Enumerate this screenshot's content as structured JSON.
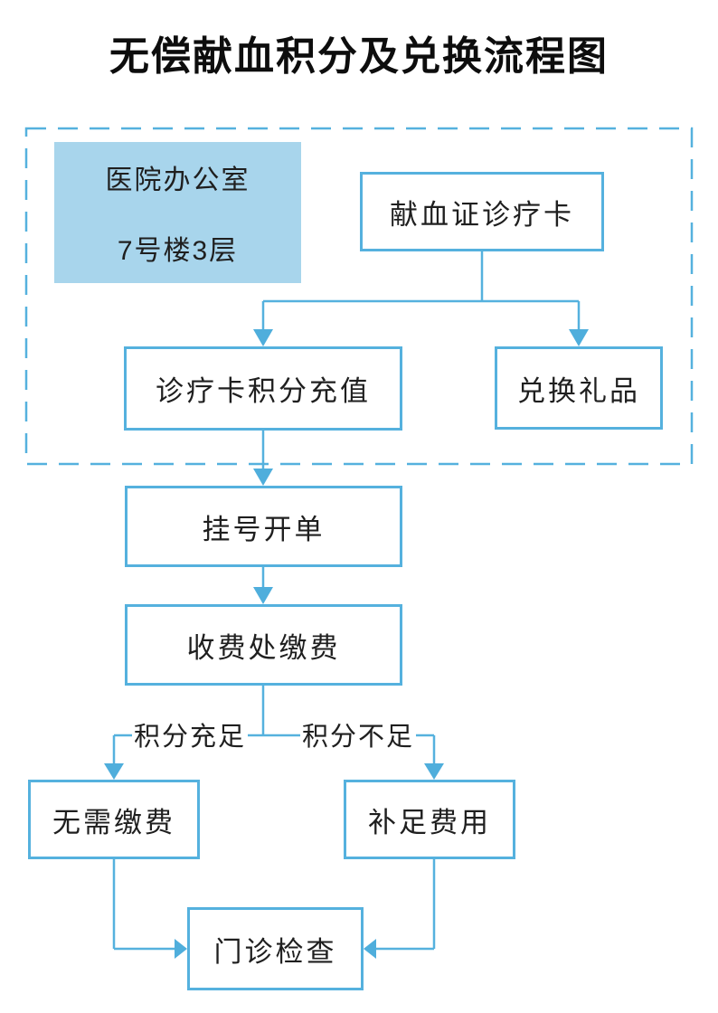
{
  "title": "无偿献血积分及兑换流程图",
  "colors": {
    "line": "#55b1de",
    "arrow": "#4faedc",
    "box_fill": "#a8d5ec",
    "text": "#1f1f1f",
    "title_color": "#0d0d0d",
    "background": "#ffffff"
  },
  "office_box": {
    "line1": "医院办公室",
    "line2": "7号楼3层"
  },
  "nodes": {
    "donation_card": "献血证诊疗卡",
    "recharge": "诊疗卡积分充值",
    "gift": "兑换礼品",
    "register": "挂号开单",
    "pay": "收费处缴费",
    "no_pay": "无需缴费",
    "make_up": "补足费用",
    "outpatient": "门诊检查"
  },
  "branch_labels": {
    "left": "积分充足",
    "right": "积分不足"
  }
}
